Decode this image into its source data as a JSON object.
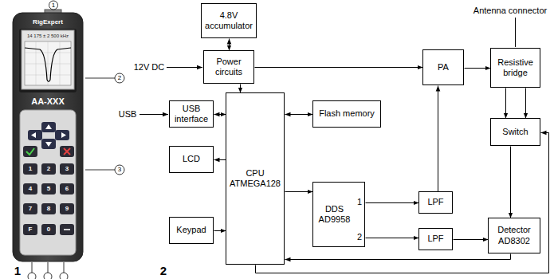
{
  "diagram": {
    "nodes": [
      {
        "text": [
          "4.8V accumulator"
        ]
      },
      {
        "text": [
          "Power circuits"
        ]
      },
      {
        "text": [
          "PA"
        ]
      },
      {
        "text": [
          "Resistive bridge"
        ]
      },
      {
        "text": [
          "USB interface"
        ]
      },
      {
        "text": [
          "CPU ATMEGA128"
        ]
      },
      {
        "text": [
          "Flash memory"
        ]
      },
      {
        "text": [
          "Switch"
        ]
      },
      {
        "text": [
          "LCD"
        ]
      },
      {
        "text": [
          "DDS AD9958",
          "1",
          "2"
        ]
      },
      {
        "text": [
          "LPF"
        ]
      },
      {
        "text": [
          "LPF"
        ]
      },
      {
        "text": [
          "Detector AD8302"
        ]
      },
      {
        "text": [
          "Keypad"
        ]
      }
    ],
    "edges": [
      {
        "from": 0,
        "to": 1,
        "arrow": "both"
      },
      {
        "from": 1,
        "to": 5,
        "arrow": "to"
      },
      {
        "from": 1,
        "to": 2,
        "arrow": "to"
      },
      {
        "from": 4,
        "to": 5,
        "arrow": "both"
      },
      {
        "from": 5,
        "to": 8,
        "arrow": "to"
      },
      {
        "from": 13,
        "to": 5,
        "arrow": "to"
      },
      {
        "from": 5,
        "to": 6,
        "arrow": "both"
      },
      {
        "from": 5,
        "to": 9,
        "arrow": "to"
      },
      {
        "from": 9,
        "to": 10,
        "arrow": "to"
      },
      {
        "from": 10,
        "to": 2,
        "arrow": "to"
      },
      {
        "from": 9,
        "to": 11,
        "arrow": "to"
      },
      {
        "from": 11,
        "to": 12,
        "arrow": "to"
      },
      {
        "from": 2,
        "to": 3,
        "arrow": "to"
      },
      {
        "from": 3,
        "to": 7,
        "arrow": "to"
      },
      {
        "from": 3,
        "to": 7,
        "arrow": "to"
      },
      {
        "from": 7,
        "to": 12,
        "arrow": "to"
      },
      {
        "from": 12,
        "to": 5,
        "arrow": "to"
      },
      {
        "from": 5,
        "to": 7,
        "arrow": "to"
      }
    ],
    "labels": [
      "1",
      "2",
      "3",
      "RigExpert",
      "14 175 ± 2 500 kHz",
      "AA-XXX",
      "1",
      "2",
      "3",
      "4",
      "5",
      "6",
      "7",
      "8",
      "9",
      "F",
      "0",
      "1",
      "2",
      "12V DC",
      "USB",
      "Antenna connector"
    ]
  }
}
